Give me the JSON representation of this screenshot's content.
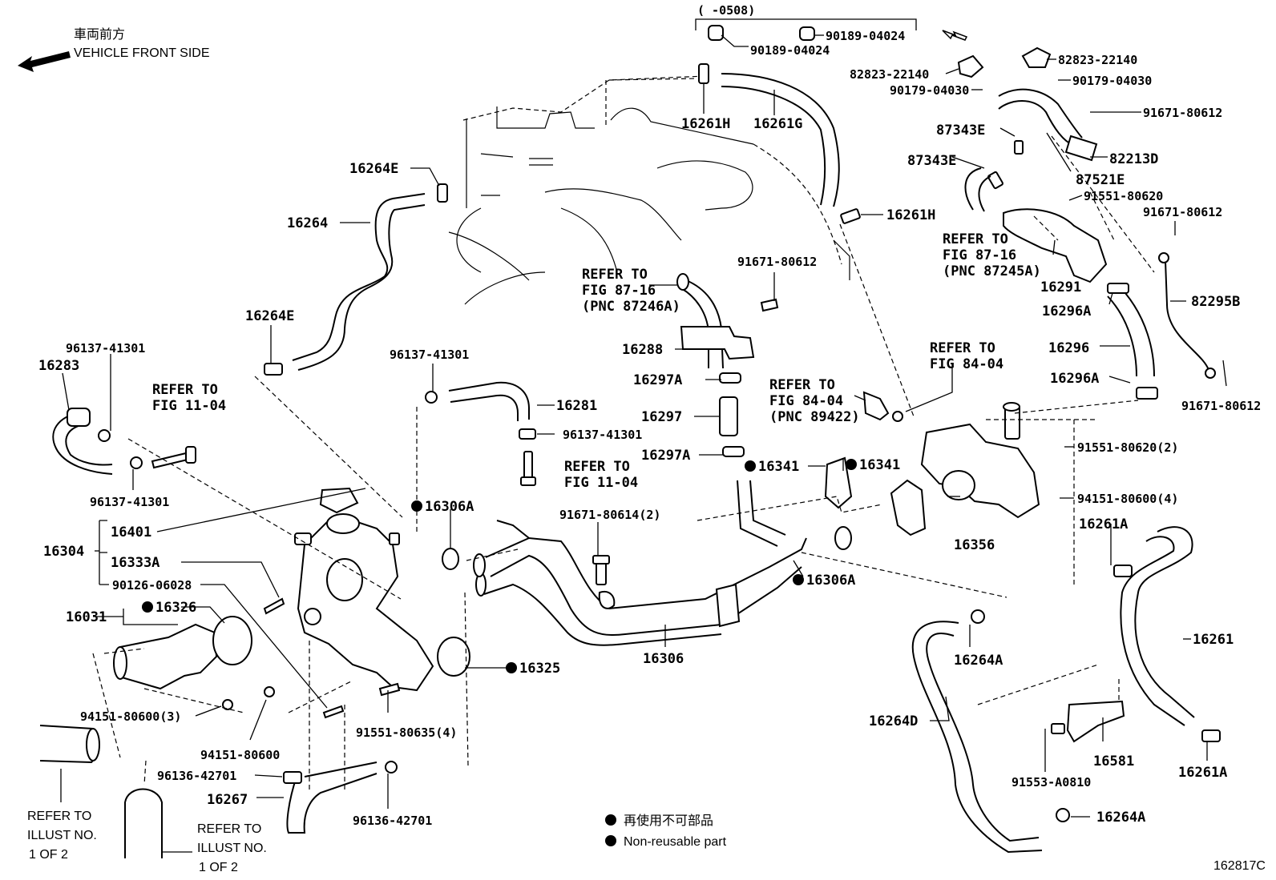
{
  "header": {
    "front_jp": "車両前方",
    "front_en": "VEHICLE FRONT SIDE",
    "date_range": "(     -0508)"
  },
  "legend": {
    "jp": "再使用不可部品",
    "en": "Non-reusable part"
  },
  "figure_id": "162817C",
  "refer": {
    "fig_87_16_a": [
      "REFER TO",
      "FIG 87-16",
      "(PNC 87246A)"
    ],
    "fig_87_16_b": [
      "REFER TO",
      "FIG 87-16",
      "(PNC 87245A)"
    ],
    "fig_84_04_a": [
      "REFER TO",
      "FIG 84-04"
    ],
    "fig_84_04_b": [
      "REFER TO",
      "FIG 84-04",
      "(PNC 89422)"
    ],
    "fig_11_04_a": [
      "REFER TO",
      "FIG 11-04"
    ],
    "fig_11_04_b": [
      "REFER TO",
      "FIG 11-04"
    ],
    "illust_a": [
      "REFER TO",
      "ILLUST NO.",
      "1 OF 2"
    ],
    "illust_b": [
      "REFER TO",
      "ILLUST NO.",
      "1 OF 2"
    ]
  },
  "labels": {
    "p_90189_04024_a": "90189-04024",
    "p_90189_04024_b": "90189-04024",
    "p_82823_22140_a": "82823-22140",
    "p_82823_22140_b": "82823-22140",
    "p_90179_04030_a": "90179-04030",
    "p_90179_04030_b": "90179-04030",
    "p_91671_80612_a": "91671-80612",
    "p_91671_80612_b": "91671-80612",
    "p_91671_80612_c": "91671-80612",
    "p_91671_80612_d": "91671-80612",
    "p_87343E_a": "87343E",
    "p_87343E_b": "87343E",
    "p_82213D": "82213D",
    "p_87521E": "87521E",
    "p_91551_80620": "91551-80620",
    "p_16291": "16291",
    "p_16296A_a": "16296A",
    "p_16296A_b": "16296A",
    "p_82295B": "82295B",
    "p_16296": "16296",
    "p_16261H_a": "16261H",
    "p_16261G": "16261G",
    "p_16261H_b": "16261H",
    "p_16264E_a": "16264E",
    "p_16264": "16264",
    "p_16264E_b": "16264E",
    "p_16288": "16288",
    "p_16297A_a": "16297A",
    "p_16297": "16297",
    "p_16297A_b": "16297A",
    "p_96137_41301_a": "96137-41301",
    "p_96137_41301_b": "96137-41301",
    "p_96137_41301_c": "96137-41301",
    "p_96137_41301_d": "96137-41301",
    "p_16283": "16283",
    "p_16281": "16281",
    "p_16341_a": "16341",
    "p_16341_b": "16341",
    "p_91551_80620_2": "91551-80620(2)",
    "p_94151_80600_4": "94151-80600(4)",
    "p_16356": "16356",
    "p_16261A_a": "16261A",
    "p_16261A_b": "16261A",
    "p_16261": "16261",
    "p_16306A_a": "16306A",
    "p_16306A_b": "16306A",
    "p_91671_80614_2": "91671-80614(2)",
    "p_16304": "16304",
    "p_16401": "16401",
    "p_16333A": "16333A",
    "p_90126_06028": "90126-06028",
    "p_16031": "16031",
    "p_16326": "16326",
    "p_16325": "16325",
    "p_16306": "16306",
    "p_16264A_a": "16264A",
    "p_16264A_b": "16264A",
    "p_16264D": "16264D",
    "p_16581": "16581",
    "p_91553_A0810": "91553-A0810",
    "p_94151_80600_3": "94151-80600(3)",
    "p_94151_80600": "94151-80600",
    "p_91551_80635_4": "91551-80635(4)",
    "p_96136_42701_a": "96136-42701",
    "p_96136_42701_b": "96136-42701",
    "p_16267": "16267"
  }
}
